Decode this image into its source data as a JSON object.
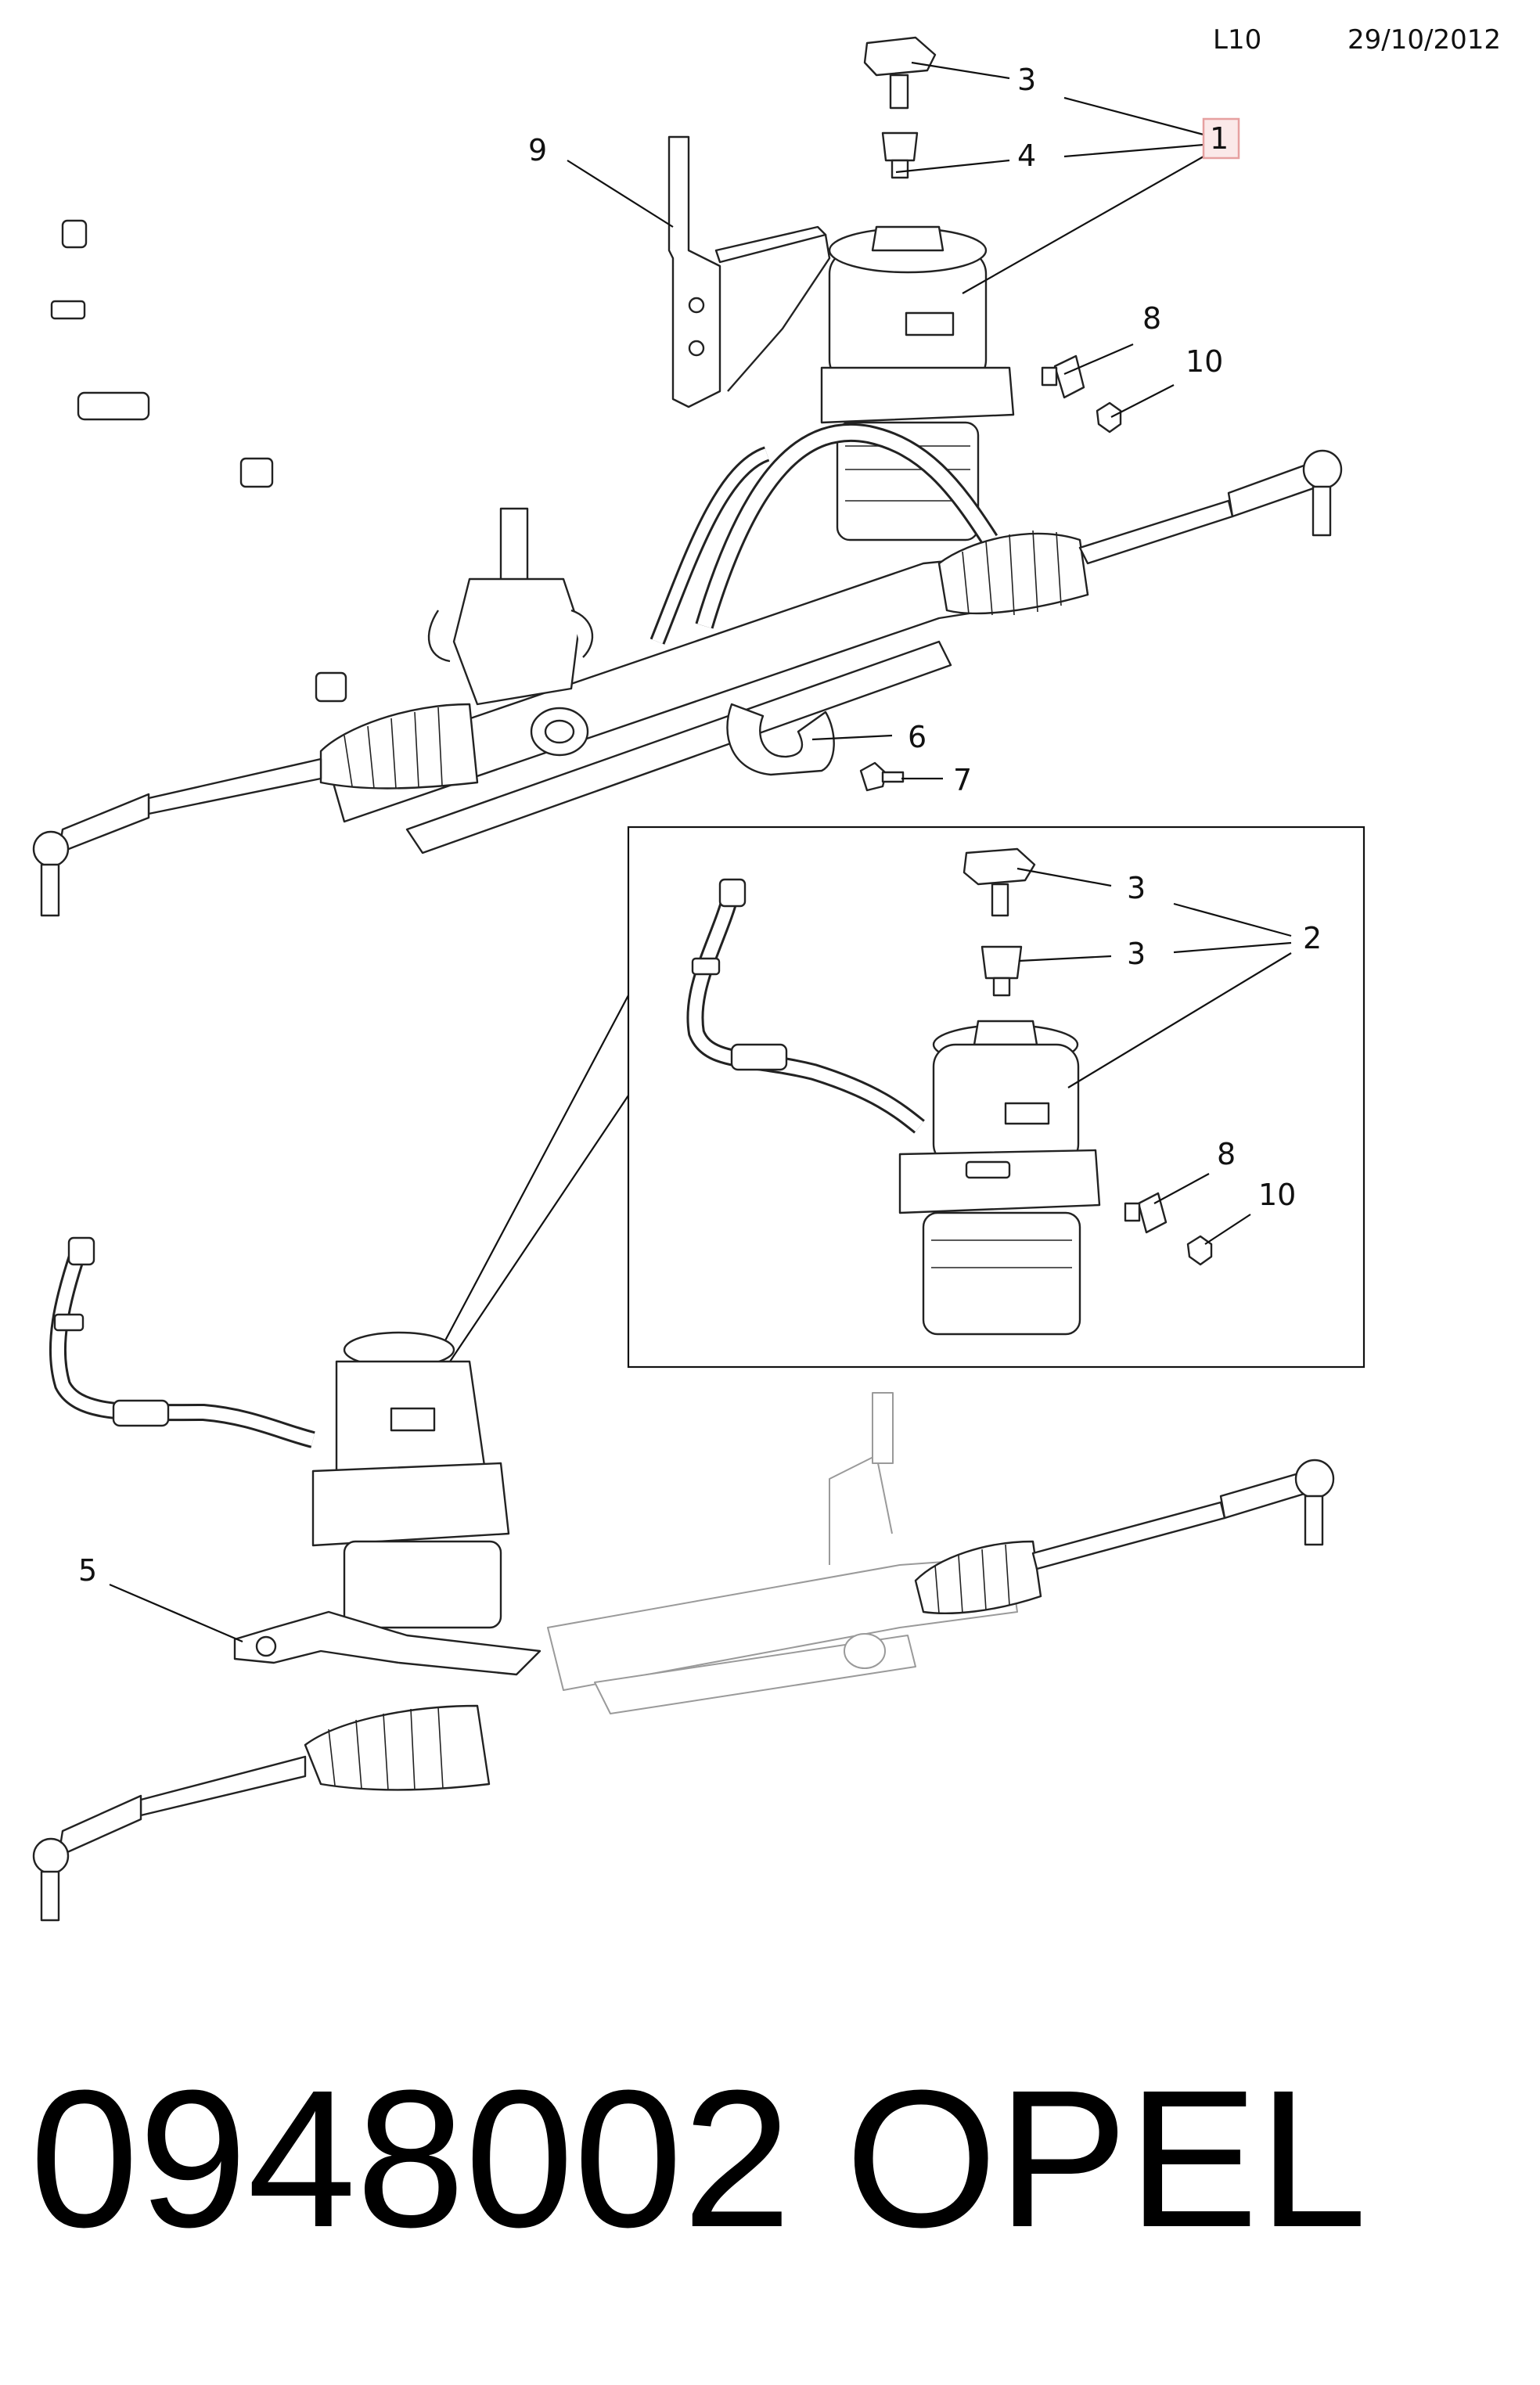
{
  "header": {
    "code": "L10",
    "date": "29/10/2012"
  },
  "callouts": {
    "c1": "1",
    "c2": "2",
    "c3a": "3",
    "c4": "4",
    "c5": "5",
    "c6": "6",
    "c7": "7",
    "c8a": "8",
    "c9": "9",
    "c10a": "10",
    "c3b": "3",
    "c3c": "3",
    "c8b": "8",
    "c10b": "10"
  },
  "footer": {
    "part_number": "0948002",
    "brand": "OPEL"
  },
  "highlight_color": "#e6a0a0"
}
